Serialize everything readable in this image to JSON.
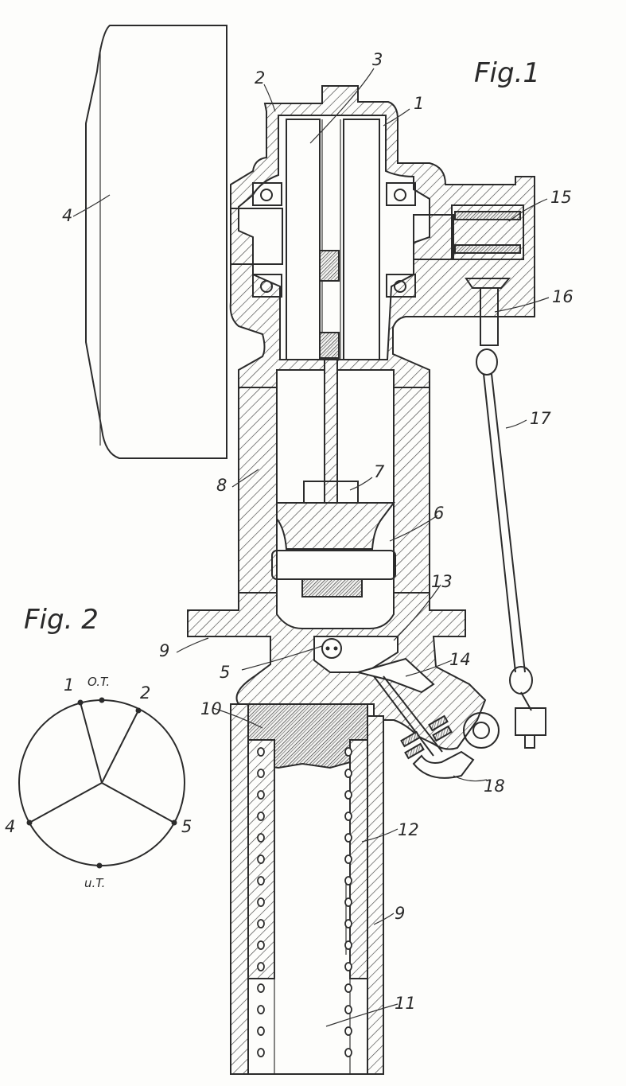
{
  "figures": {
    "fig1_title": "Fig.1",
    "fig2_title": "Fig. 2"
  },
  "fig1_labels": {
    "l1": "1",
    "l2": "2",
    "l3": "3",
    "l4": "4",
    "l5": "5",
    "l6": "6",
    "l7": "7",
    "l8": "8",
    "l9a": "9",
    "l9b": "9",
    "l10": "10",
    "l11": "11",
    "l12": "12",
    "l13": "13",
    "l14": "14",
    "l15": "15",
    "l16": "16",
    "l17": "17",
    "l18": "18"
  },
  "fig2_labels": {
    "ot": "O.T.",
    "ut": "u.T.",
    "p1": "1",
    "p2": "2",
    "p4": "4",
    "p5": "5"
  },
  "colors": {
    "ink": "#2b2b2b",
    "paper": "#fdfdfb"
  }
}
